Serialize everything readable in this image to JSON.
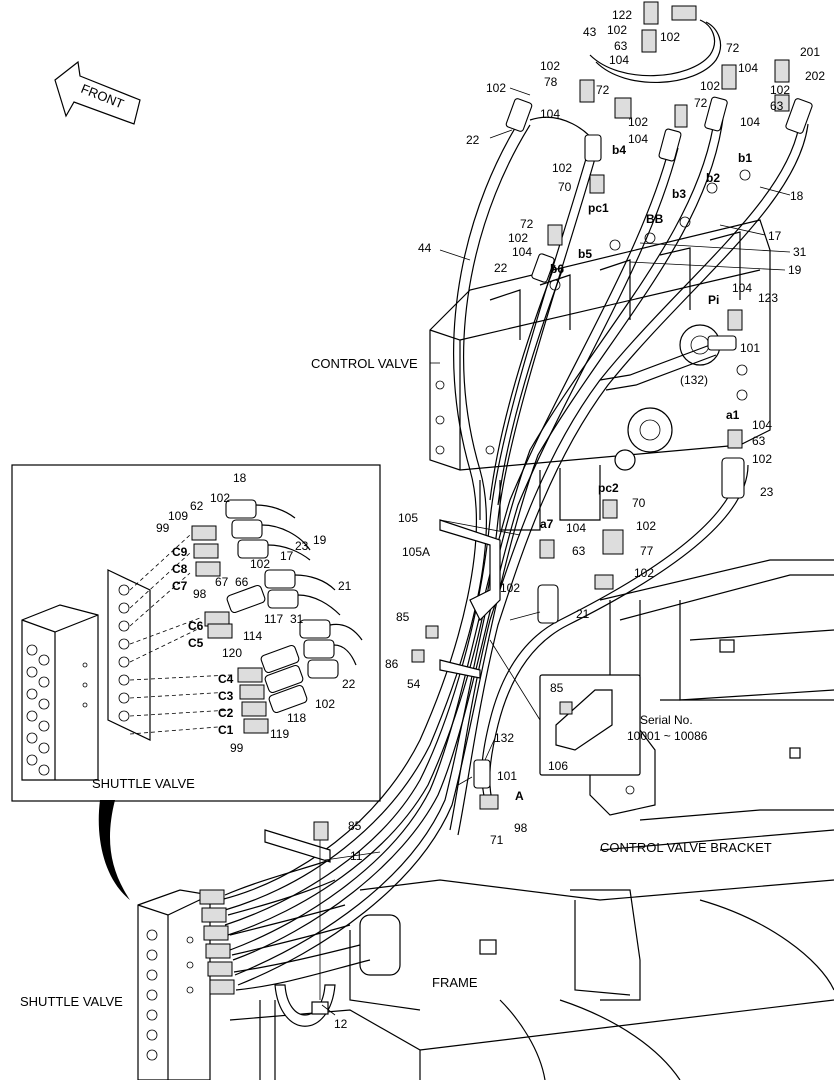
{
  "captions": {
    "front": "FRONT",
    "control_valve": "CONTROL VALVE",
    "shuttle_valve_inset": "SHUTTLE VALVE",
    "shuttle_valve_main": "SHUTTLE VALVE",
    "control_valve_bracket": "CONTROL VALVE BRACKET",
    "frame": "FRAME",
    "serial_no": "Serial No.",
    "serial_range": "10001 ~ 10086"
  },
  "port_labels": [
    "b1",
    "b2",
    "b3",
    "b4",
    "b5",
    "b6",
    "pc1",
    "BB",
    "Pi",
    "a1",
    "pc2",
    "a7",
    "A",
    "C1",
    "C2",
    "C3",
    "C4",
    "C5",
    "C6",
    "C7",
    "C8",
    "C9"
  ],
  "part_numbers": [
    "122",
    "102",
    "63",
    "104",
    "43",
    "72",
    "201",
    "202",
    "78",
    "102",
    "104",
    "22",
    "70",
    "17",
    "18",
    "31",
    "19",
    "44",
    "123",
    "101",
    "(132)",
    "23",
    "105",
    "105A",
    "77",
    "21",
    "85",
    "86",
    "54",
    "106",
    "132",
    "71",
    "98",
    "11",
    "12",
    "62",
    "109",
    "99",
    "120",
    "114",
    "117",
    "118",
    "119",
    "66",
    "67",
    "23",
    "22",
    "19",
    "21",
    "31"
  ]
}
